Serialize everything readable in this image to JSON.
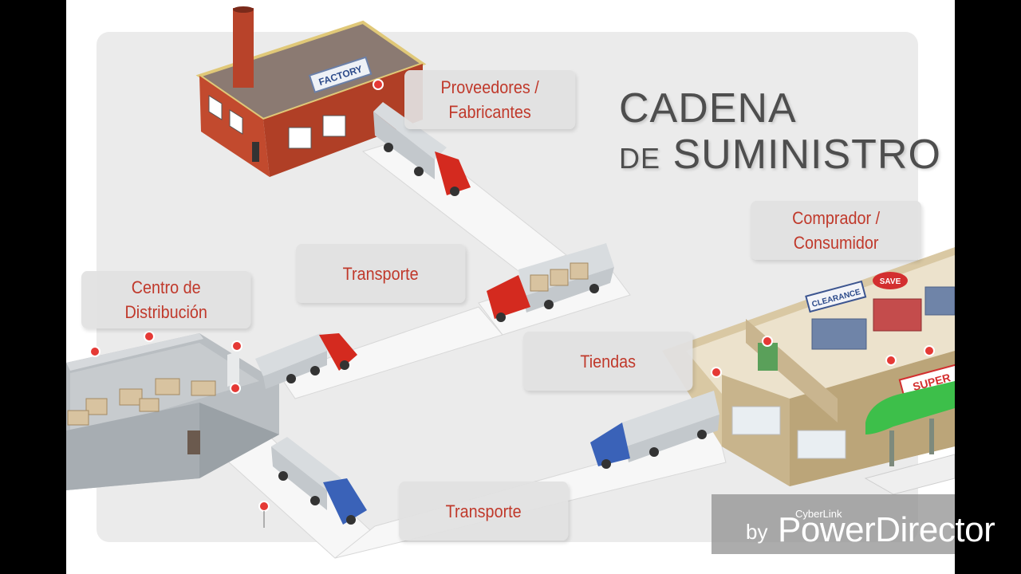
{
  "title": {
    "line1": "CADENA",
    "line2_prefix": "DE",
    "line2_main": "SUMINISTRO"
  },
  "labels": {
    "proveedores_l1": "Proveedores /",
    "proveedores_l2": "Fabricantes",
    "transporte_top": "Transporte",
    "centro_l1": "Centro de",
    "centro_l2": "Distribución",
    "tiendas": "Tiendas",
    "comprador_l1": "Comprador /",
    "comprador_l2": "Consumidor",
    "transporte_bottom": "Transporte"
  },
  "building_signs": {
    "factory": "FACTORY",
    "clearance": "CLEARANCE",
    "save": "SAVE",
    "super": "SUPER"
  },
  "watermark": {
    "small": "CyberLink",
    "by": "by",
    "brand": "PowerDirector"
  },
  "colors": {
    "accent": "#c0392b",
    "truck_red": "#d42a1f",
    "truck_blue": "#3a62b8",
    "brick": "#b8432a",
    "awning": "#3dbf4a"
  }
}
